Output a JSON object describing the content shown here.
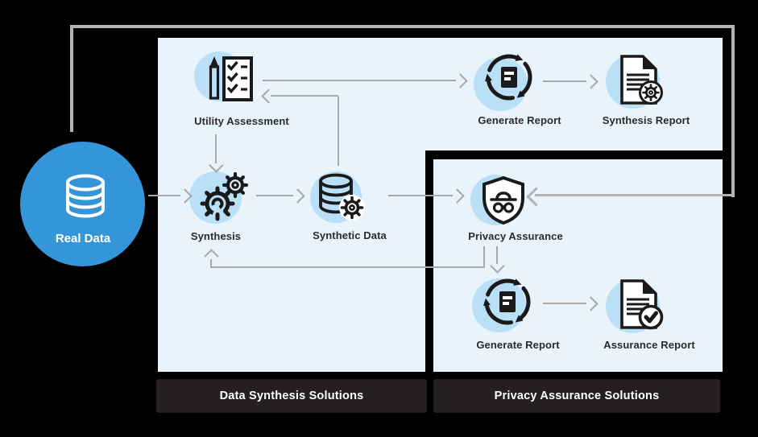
{
  "colors": {
    "background": "#000000",
    "panel_fill": "#e8f3fb",
    "bubble_fill": "#b9e0f7",
    "source_blue": "#3496d9",
    "connector_gray": "#a9a9a9",
    "icon_ink": "#1a1a1a",
    "label_ink": "#2d2a2b",
    "bar_fill": "#242021",
    "bar_text": "#ffffff"
  },
  "source": {
    "label": "Real Data",
    "icon": "database-icon"
  },
  "nodes": {
    "utility": {
      "label": "Utility Assessment",
      "icon": "checklist-pencil-icon"
    },
    "synthesis": {
      "label": "Synthesis",
      "icon": "gears-icon"
    },
    "synthetic_data": {
      "label": "Synthetic Data",
      "icon": "database-gear-icon"
    },
    "generate_report_synthesis": {
      "label": "Generate Report",
      "icon": "cycle-document-icon"
    },
    "synthesis_report": {
      "label": "Synthesis Report",
      "icon": "document-gear-icon"
    },
    "privacy_assurance": {
      "label": "Privacy Assurance",
      "icon": "incognito-shield-icon"
    },
    "generate_report_assurance": {
      "label": "Generate Report",
      "icon": "cycle-document-icon"
    },
    "assurance_report": {
      "label": "Assurance Report",
      "icon": "document-check-icon"
    }
  },
  "bars": {
    "synthesis": "Data Synthesis Solutions",
    "privacy": "Privacy Assurance Solutions"
  }
}
